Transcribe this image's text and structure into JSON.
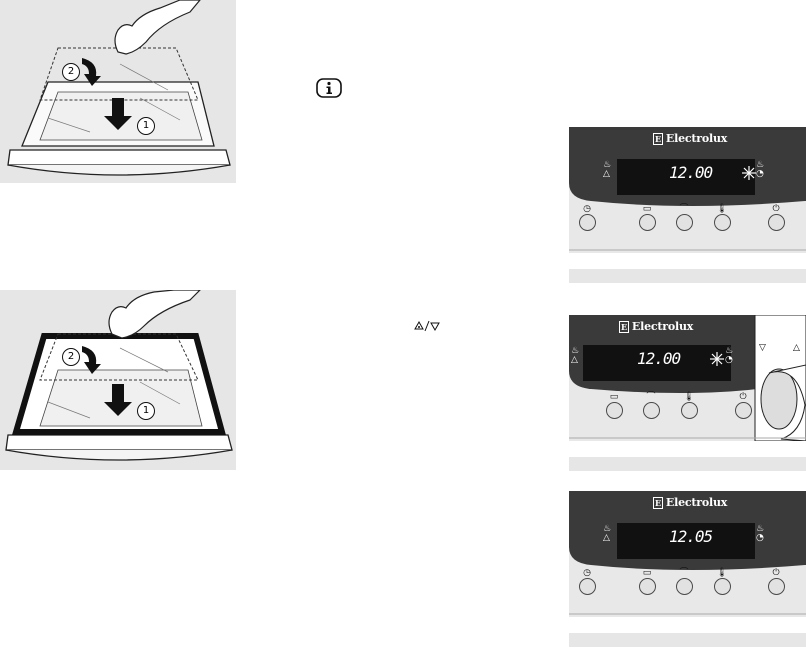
{
  "illustrations": [
    {
      "step_labels": [
        "2",
        "1"
      ]
    },
    {
      "step_labels": [
        "2",
        "1"
      ]
    }
  ],
  "icons": {
    "info": "info-icon",
    "up_down": "up-down-arrows-icon"
  },
  "panels": [
    {
      "brand": "Electrolux",
      "time": "12.00",
      "flashing_indicator": true,
      "buttons": [
        "clock-button",
        "cook-time-button",
        "end-time-button",
        "temperature-button",
        "on-off-button"
      ]
    },
    {
      "brand": "Electrolux",
      "time": "12.00",
      "flashing_indicator": true,
      "buttons": [
        "cook-time-button",
        "end-time-button",
        "temperature-button",
        "on-off-button"
      ]
    },
    {
      "brand": "Electrolux",
      "time": "12.05",
      "flashing_indicator": false,
      "buttons": [
        "clock-button",
        "cook-time-button",
        "end-time-button",
        "temperature-button",
        "on-off-button"
      ]
    }
  ],
  "colors": {
    "panel_dark": "#3a3a3a",
    "panel_light": "#e8e8e8",
    "illustration_bg": "#e6e6e6"
  }
}
